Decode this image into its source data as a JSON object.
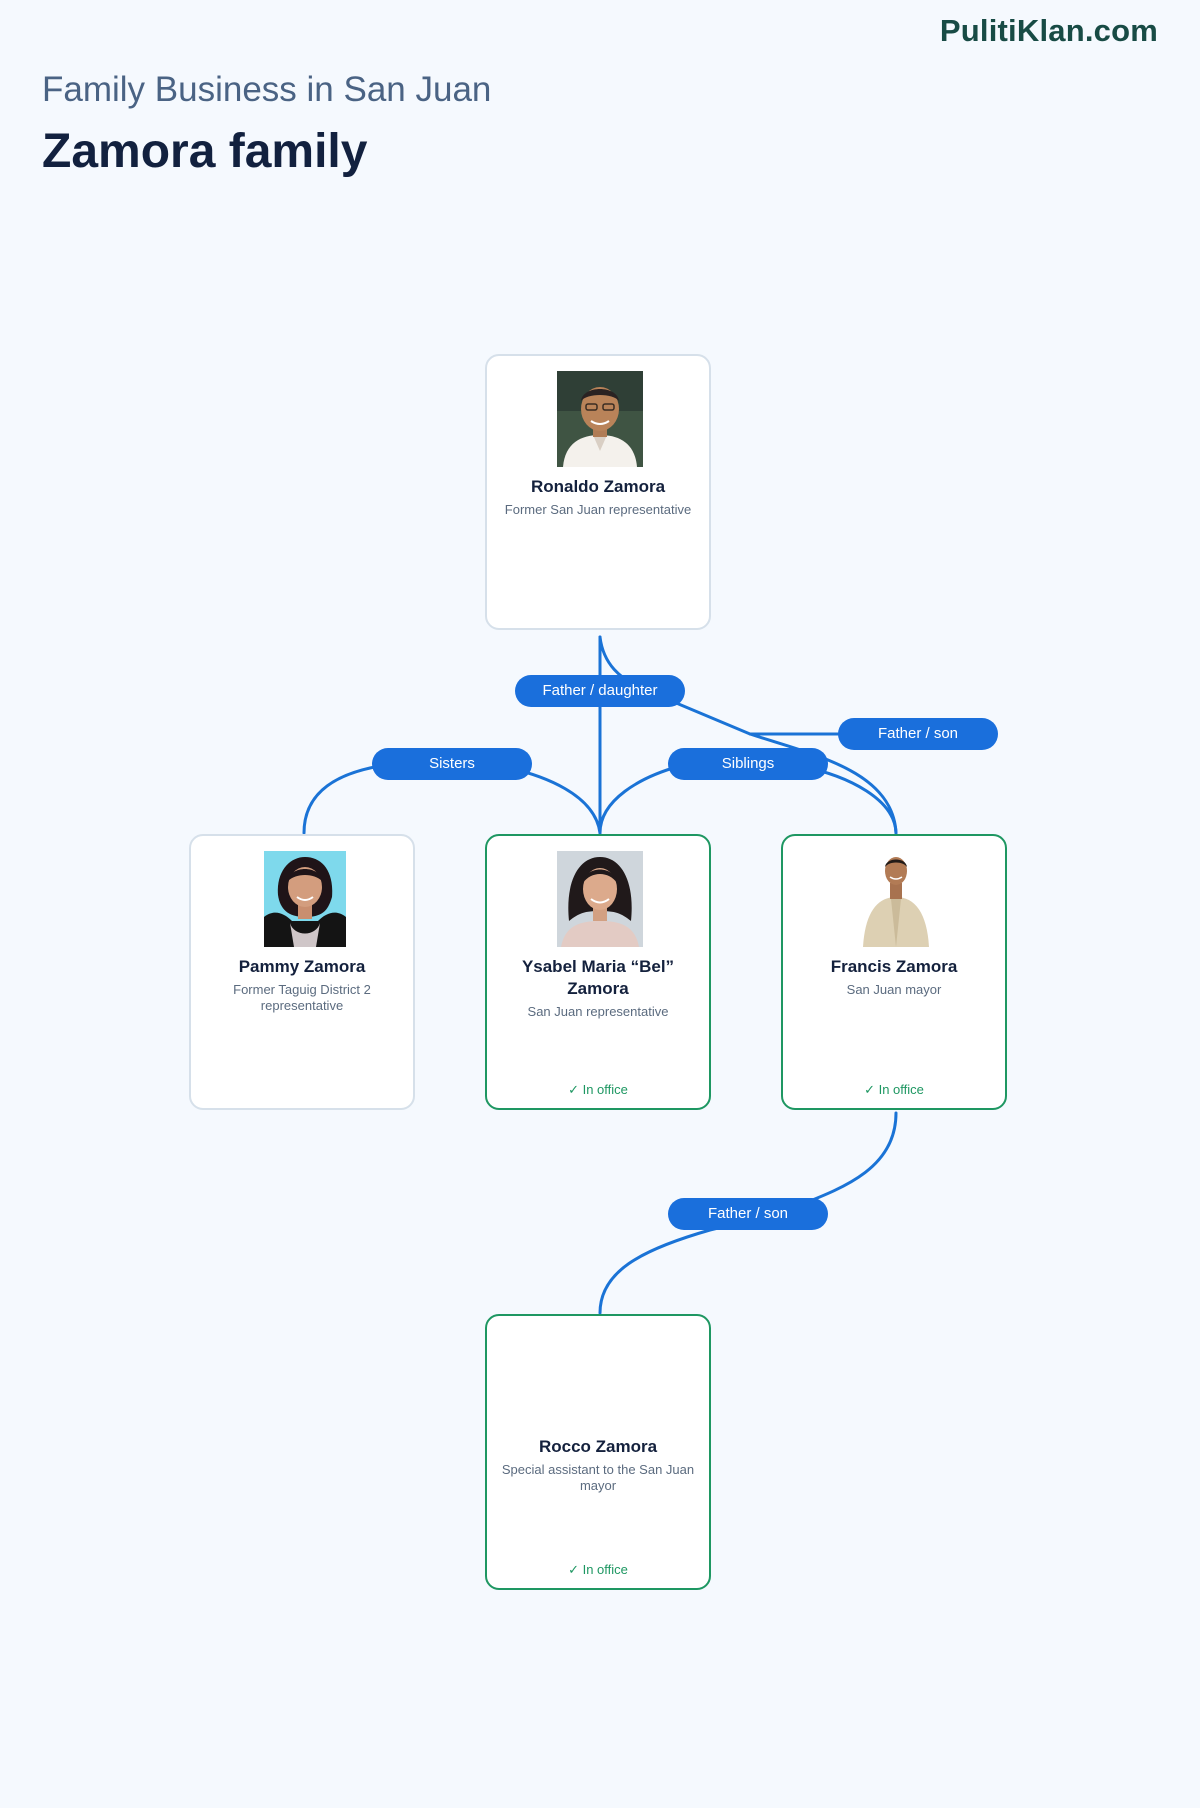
{
  "brand": "PulitiKlan.com",
  "header": {
    "subtitle": "Family Business in San Juan",
    "title": "Zamora family"
  },
  "members": {
    "ronaldo": {
      "name": "Ronaldo Zamora",
      "role": "Former San Juan representative",
      "status": ""
    },
    "pammy": {
      "name": "Pammy Zamora",
      "role": "Former Taguig District 2 representative",
      "status": ""
    },
    "bel": {
      "name": "Ysabel Maria “Bel” Zamora",
      "role": "San Juan representative",
      "status": "✓ In office"
    },
    "francis": {
      "name": "Francis Zamora",
      "role": "San Juan mayor",
      "status": "✓ In office"
    },
    "rocco": {
      "name": "Rocco Zamora",
      "role": "Special assistant to the San Juan mayor",
      "status": "✓ In office"
    }
  },
  "relations": {
    "ronaldo_bel": "Father / daughter",
    "ronaldo_francis": "Father / son",
    "pammy_bel": "Sisters",
    "bel_francis": "Siblings",
    "francis_rocco": "Father / son"
  },
  "colors": {
    "background": "#f5f9fe",
    "edge": "#1a73d6",
    "pill": "#1a6fdc",
    "in_office_border": "#1e9762",
    "default_border": "#d6e0ea",
    "brand": "#184b45"
  }
}
